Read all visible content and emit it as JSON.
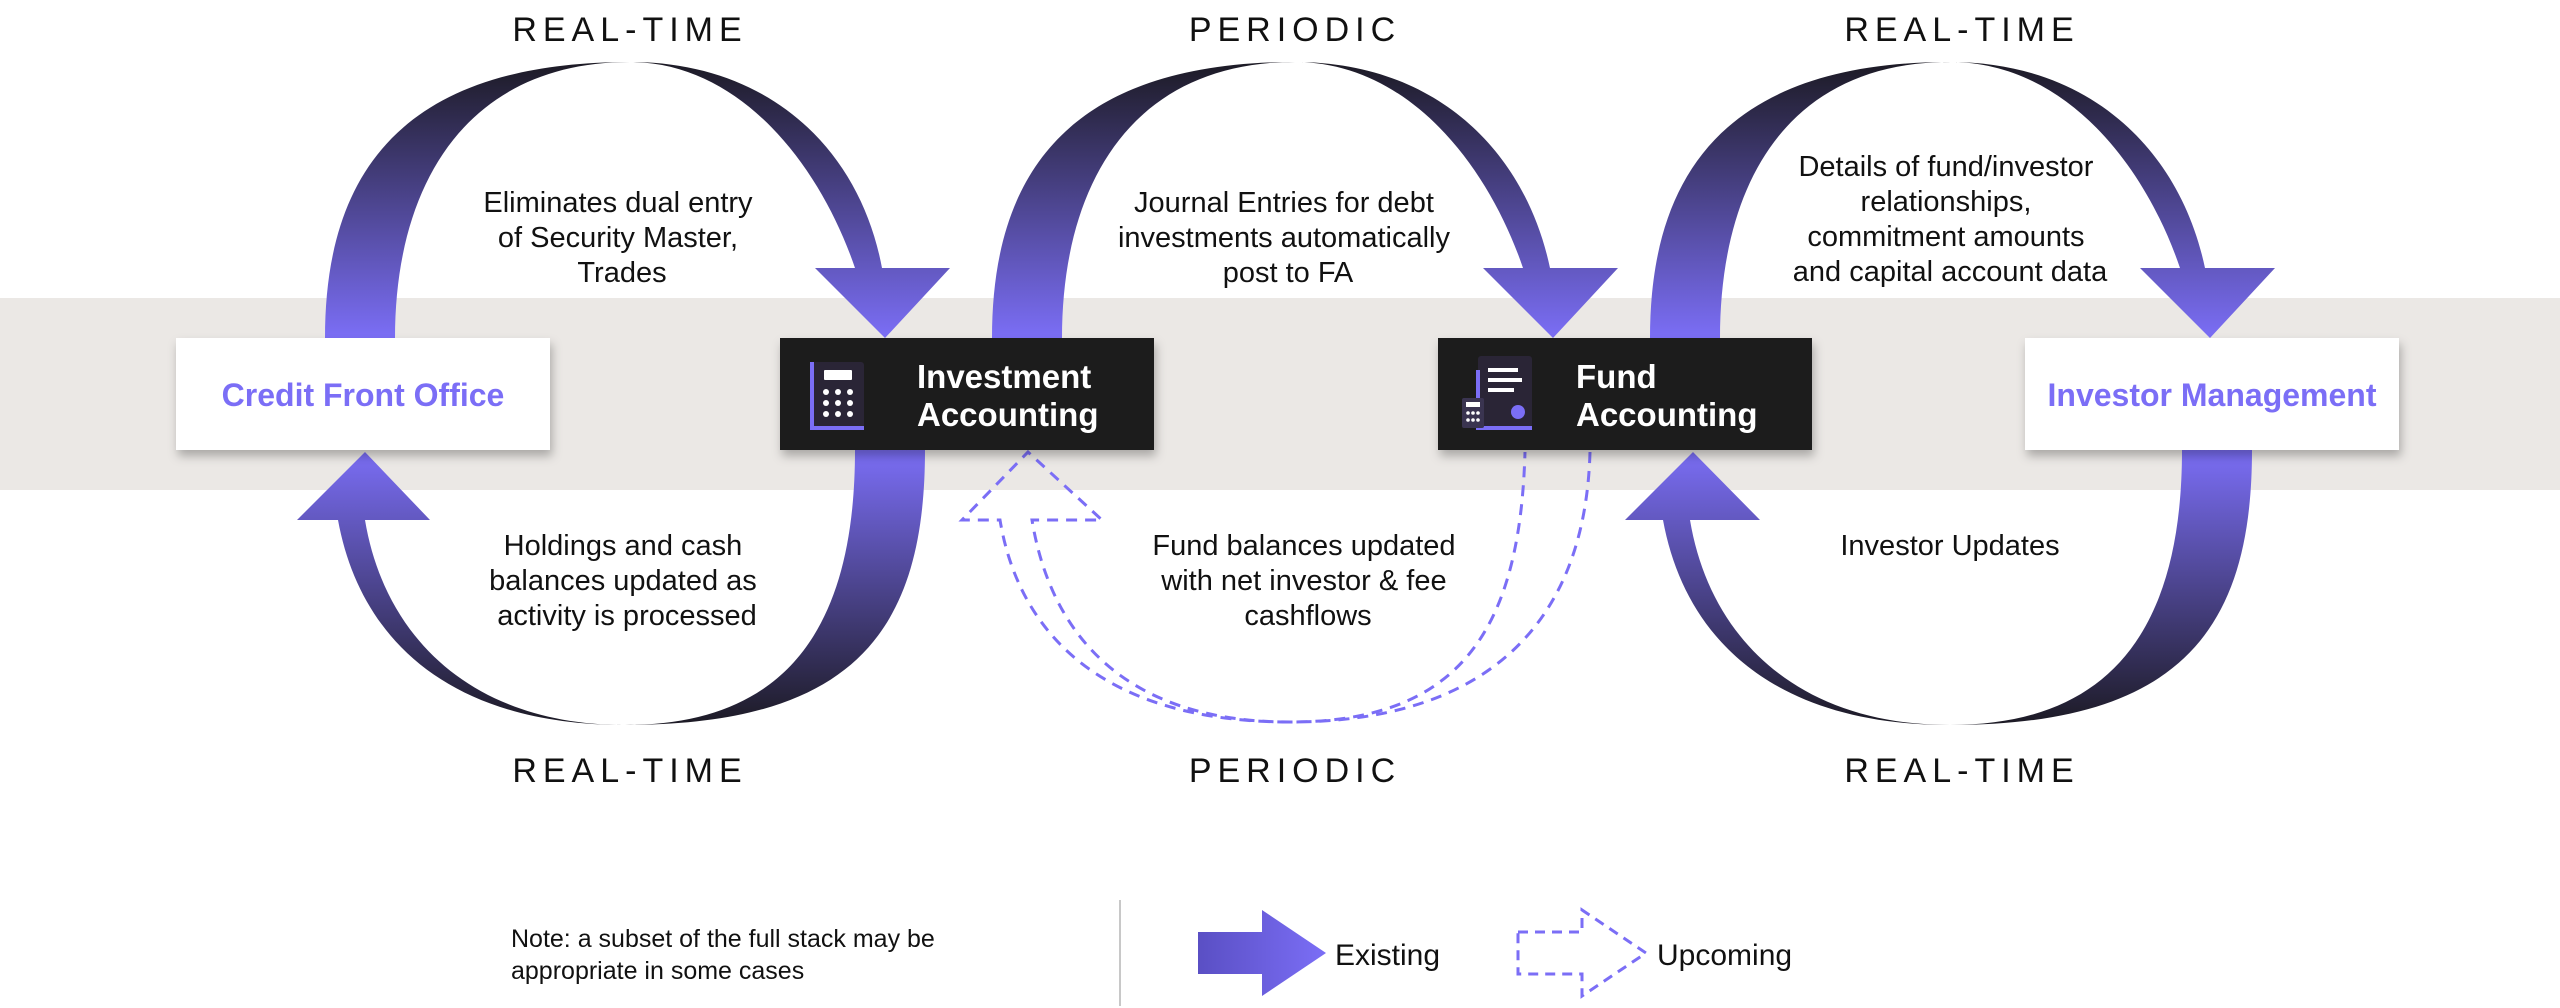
{
  "colors": {
    "arrow_light": "#7B6EF6",
    "arrow_dark": "#1C1A24",
    "band": "#EBE8E5",
    "dark_node": "#1B1B1D",
    "light_node_text": "#7B6EF6",
    "upcoming_dash": "#7B6EF6"
  },
  "loops": [
    {
      "top_label": "REAL-TIME",
      "bottom_label": "REAL-TIME",
      "top_text": [
        "Eliminates dual entry",
        "of Security Master,",
        "Trades"
      ],
      "bottom_text": [
        "Holdings and cash",
        "balances updated as",
        "activity is processed"
      ]
    },
    {
      "top_label": "PERIODIC",
      "bottom_label": "PERIODIC",
      "top_text": [
        "Journal Entries for debt",
        "investments automatically",
        "post to FA"
      ],
      "bottom_text": [
        "Fund balances updated",
        "with net investor & fee",
        "cashflows"
      ]
    },
    {
      "top_label": "REAL-TIME",
      "bottom_label": "REAL-TIME",
      "top_text": [
        "Details of fund/investor",
        "relationships,",
        "commitment amounts",
        "and capital account data"
      ],
      "bottom_text": [
        "Investor Updates"
      ]
    }
  ],
  "nodes": {
    "credit_front_office": "Credit Front Office",
    "investment_accounting": [
      "Investment",
      "Accounting"
    ],
    "fund_accounting": [
      "Fund",
      "Accounting"
    ],
    "investor_management": "Investor Management"
  },
  "icons": {
    "investment_accounting": "calculator-icon",
    "fund_accounting": "ledger-document-icon"
  },
  "note": [
    "Note: a subset of the full stack may be",
    "appropriate in some cases"
  ],
  "legend": {
    "existing": "Existing",
    "upcoming": "Upcoming"
  }
}
